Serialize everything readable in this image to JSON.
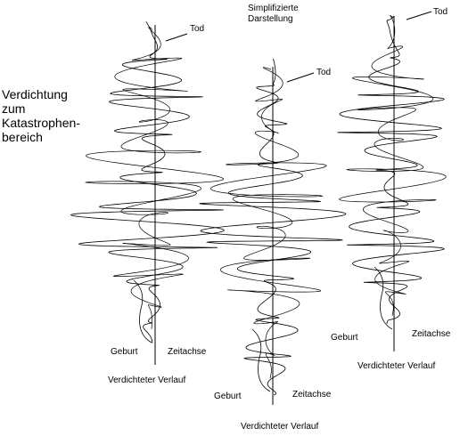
{
  "labels": {
    "simplified": "Simplifizierte\nDarstellung",
    "densification": "Verdichtung\nzum\nKatastrophen-\nbereich",
    "left": {
      "tod": "Tod",
      "geburt": "Geburt",
      "zeitachse": "Zeitachse",
      "verlauf": "Verdichteter Verlauf"
    },
    "middle": {
      "tod": "Tod",
      "geburt": "Geburt",
      "zeitachse": "Zeitachse",
      "verlauf": "Verdichteter Verlauf"
    },
    "right": {
      "tod": "Tod",
      "geburt": "Geburt",
      "zeitachse": "Zeitachse",
      "verlauf": "Verdichteter Verlauf"
    }
  },
  "colors": {
    "stroke": "#000000",
    "background": "#ffffff"
  }
}
